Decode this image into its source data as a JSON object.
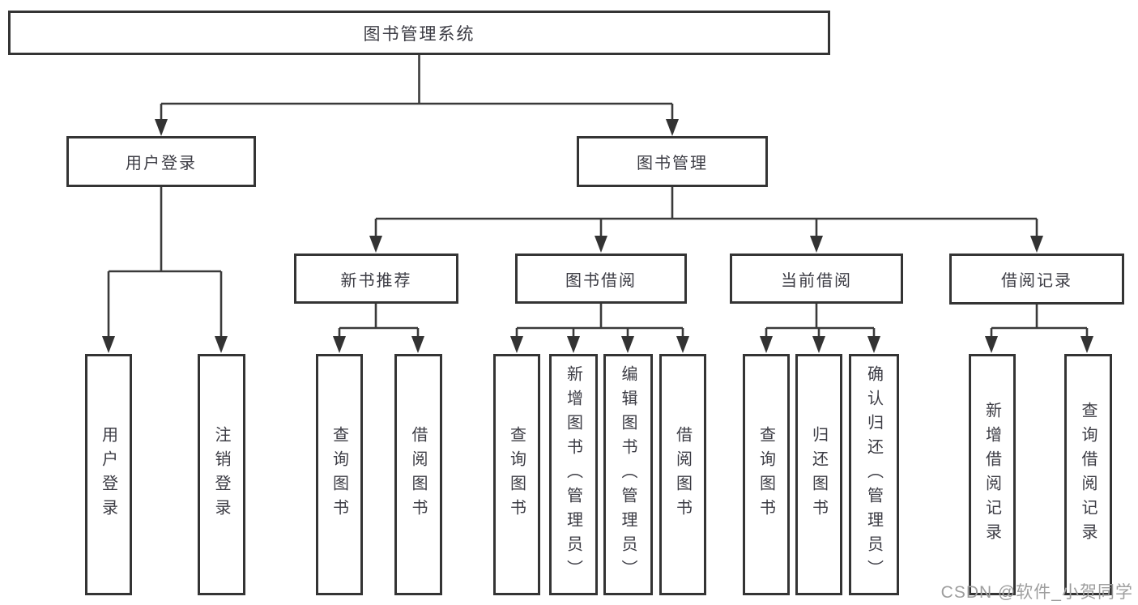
{
  "diagram": {
    "root": {
      "label": "图书管理系统"
    },
    "level2": {
      "user_login": {
        "label": "用户登录"
      },
      "book_management": {
        "label": "图书管理"
      }
    },
    "level3": {
      "new_book_recommend": {
        "label": "新书推荐"
      },
      "book_borrow": {
        "label": "图书借阅"
      },
      "current_borrow": {
        "label": "当前借阅"
      },
      "borrow_record": {
        "label": "借阅记录"
      }
    },
    "leaves": {
      "user_login_leaf": {
        "label": "用户登录"
      },
      "logout": {
        "label": "注销登录"
      },
      "nb_query_book": {
        "label": "查询图书"
      },
      "nb_borrow_book": {
        "label": "借阅图书"
      },
      "bb_query_book": {
        "label": "查询图书"
      },
      "bb_add_book_admin": {
        "label": "新增图书（管理员）"
      },
      "bb_edit_book_admin": {
        "label": "编辑图书（管理员）"
      },
      "bb_borrow_book": {
        "label": "借阅图书"
      },
      "cb_query_book": {
        "label": "查询图书"
      },
      "cb_return_book": {
        "label": "归还图书"
      },
      "cb_confirm_return_admin": {
        "label": "确认归还（管理员）"
      },
      "br_add_record": {
        "label": "新增借阅记录"
      },
      "br_query_record": {
        "label": "查询借阅记录"
      }
    }
  },
  "watermark": {
    "text": "CSDN @软件_小贺同学"
  },
  "colors": {
    "line": "#3a3a3a",
    "text": "#3c3c44",
    "box_fill": "#ffffff",
    "watermark": "#9e9e9e"
  }
}
